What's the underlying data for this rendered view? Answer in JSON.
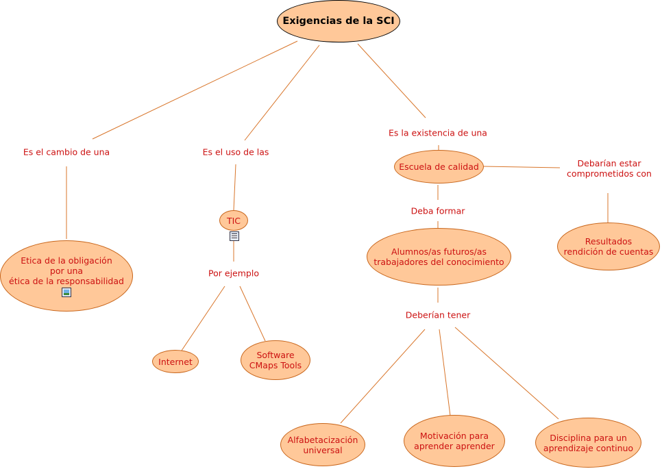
{
  "title": "Exigencias de la SCI",
  "labels": {
    "cambio": "Es el cambio de una",
    "uso": "Es el uso de las",
    "existencia": "Es la existencia de una",
    "ejemplo": "Por ejemplo",
    "formar": "Deba formar",
    "comprometidos_1": "Debarían estar",
    "comprometidos_2": "comprometidos con",
    "tener": "Deberían tener"
  },
  "nodes": {
    "etica_1": "Etica de la obligación",
    "etica_2": "por una",
    "etica_3": "ética de la responsabilidad",
    "tic": "TIC",
    "internet": "Internet",
    "software_1": "Software",
    "software_2": "CMaps Tools",
    "escuela": "Escuela de calidad",
    "alumnos_1": "Alumnos/as futuros/as",
    "alumnos_2": "trabajadores del conocimiento",
    "resultados_1": "Resultados",
    "resultados_2": "rendición de cuentas",
    "alfabet_1": "Alfabetacización",
    "alfabet_2": "universal",
    "motiv_1": "Motivación para",
    "motiv_2": "aprender aprender",
    "disc_1": "Disciplina para un",
    "disc_2": "aprendizaje continuo"
  },
  "icons": {
    "etica": "image-resource-icon",
    "tic": "document-resource-icon"
  },
  "colors": {
    "node_fill": "#ffc899",
    "node_border": "#c8651a",
    "link": "#d8752a",
    "text": "#cc1111"
  }
}
